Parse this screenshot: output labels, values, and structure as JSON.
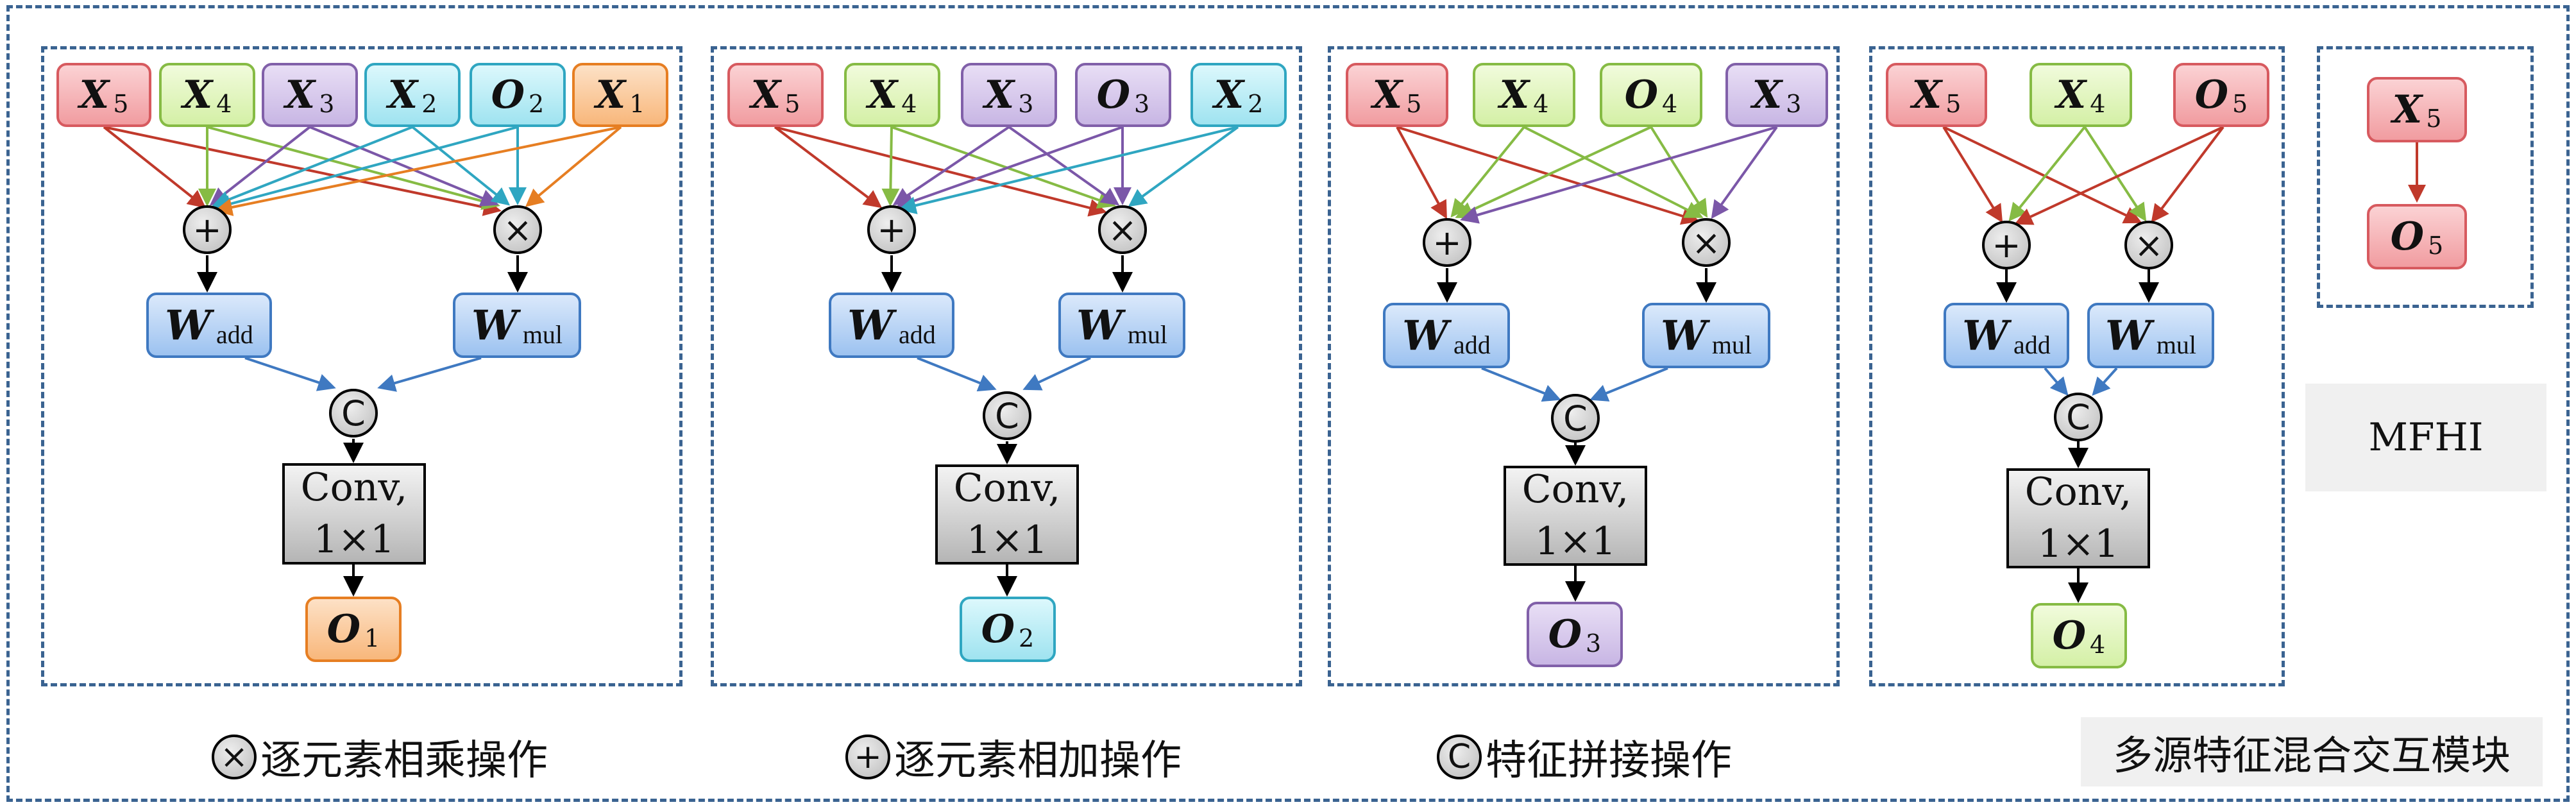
{
  "colors": {
    "frame": "#3a6391",
    "red": "#d75a5f",
    "green": "#86bb44",
    "purple": "#8160a9",
    "cyan": "#2fa6c1",
    "orange": "#e67e22",
    "blue": "#3f79c1"
  },
  "symbols": {
    "add": "+",
    "mul": "×",
    "concat": "C"
  },
  "panel1": {
    "inputs": [
      {
        "sym": "X",
        "sub": "5"
      },
      {
        "sym": "X",
        "sub": "4"
      },
      {
        "sym": "X",
        "sub": "3"
      },
      {
        "sym": "X",
        "sub": "2"
      },
      {
        "sym": "O",
        "sub": "2"
      },
      {
        "sym": "X",
        "sub": "1"
      }
    ],
    "w_add": {
      "sym": "W",
      "sub": "add"
    },
    "w_mul": {
      "sym": "W",
      "sub": "mul"
    },
    "conv": {
      "line1": "Conv,",
      "line2": "1×1"
    },
    "output": {
      "sym": "O",
      "sub": "1"
    }
  },
  "panel2": {
    "inputs": [
      {
        "sym": "X",
        "sub": "5"
      },
      {
        "sym": "X",
        "sub": "4"
      },
      {
        "sym": "X",
        "sub": "3"
      },
      {
        "sym": "O",
        "sub": "3"
      },
      {
        "sym": "X",
        "sub": "2"
      }
    ],
    "w_add": {
      "sym": "W",
      "sub": "add"
    },
    "w_mul": {
      "sym": "W",
      "sub": "mul"
    },
    "conv": {
      "line1": "Conv,",
      "line2": "1×1"
    },
    "output": {
      "sym": "O",
      "sub": "2"
    }
  },
  "panel3": {
    "inputs": [
      {
        "sym": "X",
        "sub": "5"
      },
      {
        "sym": "X",
        "sub": "4"
      },
      {
        "sym": "O",
        "sub": "4"
      },
      {
        "sym": "X",
        "sub": "3"
      }
    ],
    "w_add": {
      "sym": "W",
      "sub": "add"
    },
    "w_mul": {
      "sym": "W",
      "sub": "mul"
    },
    "conv": {
      "line1": "Conv,",
      "line2": "1×1"
    },
    "output": {
      "sym": "O",
      "sub": "3"
    }
  },
  "panel4": {
    "inputs": [
      {
        "sym": "X",
        "sub": "5"
      },
      {
        "sym": "X",
        "sub": "4"
      },
      {
        "sym": "O",
        "sub": "5"
      }
    ],
    "w_add": {
      "sym": "W",
      "sub": "add"
    },
    "w_mul": {
      "sym": "W",
      "sub": "mul"
    },
    "conv": {
      "line1": "Conv,",
      "line2": "1×1"
    },
    "output": {
      "sym": "O",
      "sub": "4"
    }
  },
  "panel5": {
    "input": {
      "sym": "X",
      "sub": "5"
    },
    "output": {
      "sym": "O",
      "sub": "5"
    }
  },
  "mfhi_label": "MFHI",
  "legend": {
    "mul_text": "逐元素相乘操作",
    "add_text": "逐元素相加操作",
    "concat_text": "特征拼接操作",
    "module_name": "多源特征混合交互模块"
  }
}
